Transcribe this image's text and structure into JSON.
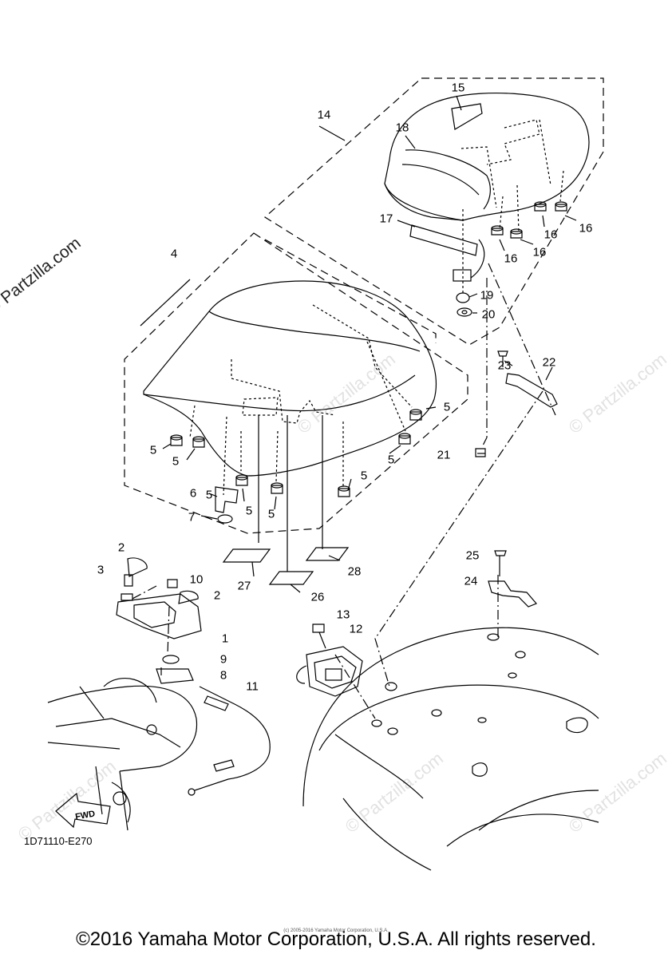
{
  "watermark": {
    "main": "© Partzilla.com",
    "faint": "© Partzilla.com"
  },
  "diagram_code": "1D71110-E270",
  "fwd_label": "FWD",
  "tiny_copyright": "(c) 2005-2016 Yamaha Motor Corporation, U.S.A.",
  "footer": "©2016 Yamaha Motor Corporation, U.S.A. All rights reserved.",
  "callouts": [
    {
      "label": "1"
    },
    {
      "label": "2"
    },
    {
      "label": "2"
    },
    {
      "label": "3"
    },
    {
      "label": "4"
    },
    {
      "label": "5"
    },
    {
      "label": "5"
    },
    {
      "label": "5"
    },
    {
      "label": "5"
    },
    {
      "label": "5"
    },
    {
      "label": "5"
    },
    {
      "label": "5"
    },
    {
      "label": "5"
    },
    {
      "label": "6"
    },
    {
      "label": "7"
    },
    {
      "label": "8"
    },
    {
      "label": "9"
    },
    {
      "label": "10"
    },
    {
      "label": "11"
    },
    {
      "label": "12"
    },
    {
      "label": "13"
    },
    {
      "label": "14"
    },
    {
      "label": "15"
    },
    {
      "label": "16"
    },
    {
      "label": "16"
    },
    {
      "label": "16"
    },
    {
      "label": "16"
    },
    {
      "label": "17"
    },
    {
      "label": "18"
    },
    {
      "label": "19"
    },
    {
      "label": "20"
    },
    {
      "label": "21"
    },
    {
      "label": "22"
    },
    {
      "label": "23"
    },
    {
      "label": "24"
    },
    {
      "label": "25"
    },
    {
      "label": "26"
    },
    {
      "label": "27"
    },
    {
      "label": "28"
    }
  ]
}
